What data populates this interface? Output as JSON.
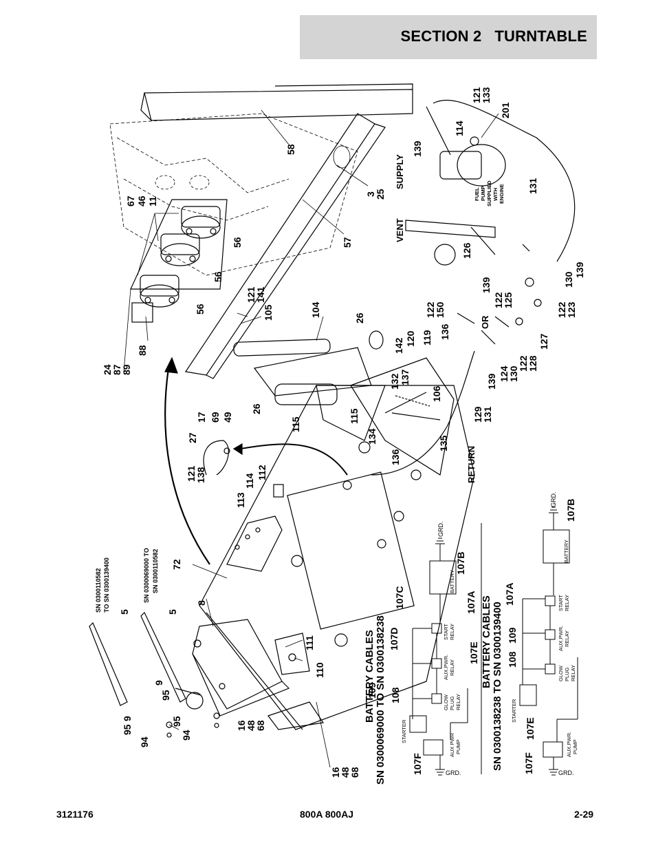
{
  "header": {
    "section_title": "SECTION 2   TURNTABLE"
  },
  "footer": {
    "doc_number": "3121176",
    "model": "800A 800AJ",
    "page": "2-29"
  },
  "callouts": {
    "c5a": "5",
    "c5b": "5",
    "c8": "8",
    "c9a": "9",
    "c9b": "9",
    "c95a": "95",
    "c95b": "95",
    "c95c": "95",
    "c94a": "94",
    "c94b": "94",
    "c72": "72",
    "c16a": "16",
    "c48a": "48",
    "c68a": "68",
    "c16b": "16",
    "c48b": "48",
    "c68b": "68",
    "c110": "110",
    "c111": "111",
    "c113": "113",
    "c114a": "114",
    "c112": "112",
    "c121a": "121",
    "c138": "138",
    "c27": "27",
    "c17": "17",
    "c69": "69",
    "c49": "49",
    "c115a": "115",
    "c115b": "115",
    "c26a": "26",
    "c26b": "26",
    "c104": "104",
    "c105": "105",
    "c121b": "121",
    "c141": "141",
    "c134": "134",
    "c136a": "136",
    "c135": "135",
    "c106": "106",
    "c132": "132",
    "c137": "137",
    "c142": "142",
    "c120": "120",
    "c119": "119",
    "c136b": "136",
    "c24": "24",
    "c87": "87",
    "c89": "89",
    "c88": "88",
    "c56a": "56",
    "c56b": "56",
    "c56c": "56",
    "c67": "67",
    "c46": "46",
    "c11": "11",
    "c57": "57",
    "c3": "3",
    "c25": "25",
    "c58": "58",
    "c121c": "121",
    "c133": "133",
    "c201": "201",
    "c114b": "114",
    "c139a": "139",
    "c131a": "131",
    "c126": "126",
    "c139b": "139",
    "c122a": "122",
    "c125": "125",
    "c130a": "130",
    "c139c": "139",
    "c122b": "122",
    "c150": "150",
    "c127": "127",
    "c122c": "122",
    "c123": "123",
    "c124": "124",
    "c130b": "130",
    "c122d": "122",
    "c128": "128",
    "c129": "129",
    "c131b": "131",
    "c139d": "139"
  },
  "labels": {
    "or": "OR",
    "supply": "SUPPLY",
    "vent": "VENT",
    "return": "RETURN",
    "fuel_pump_1": "FUEL",
    "fuel_pump_2": "PUMP",
    "fuel_pump_3": "SUPPLIED",
    "fuel_pump_4": "WITH",
    "fuel_pump_5": "ENGINE",
    "sn_range_1a": "SN 0300110582",
    "sn_range_1b": "TO SN 0300139400",
    "sn_range_2a": "SN 0300069000 TO",
    "sn_range_2b": "SN 0300110582"
  },
  "wiring_1": {
    "title_1": "BATTERY CABLES",
    "title_2": "SN 0300069000 TO SN 0300138238",
    "c107a": "107A",
    "c107b": "107B",
    "c107c": "107C",
    "c107d": "107D",
    "c107e": "107E",
    "c107f": "107F",
    "c108": "108",
    "c109": "109",
    "grd_1": "GRD.",
    "grd_2": "GRD.",
    "battery": "BATTERY",
    "start_relay_1": "START",
    "start_relay_2": "RELAY",
    "aux_relay_1": "AUX.PWR.",
    "aux_relay_2": "RELAY",
    "glow_1": "GLOW",
    "glow_2": "PLUG",
    "glow_3": "RELAY",
    "starter": "STARTER",
    "aux_pump_1": "AUX PWR",
    "aux_pump_2": "PUMP"
  },
  "wiring_2": {
    "title_1": "BATTERY CABLES",
    "title_2": "SN 0300138238 TO SN 0300139400",
    "c107a": "107A",
    "c107b": "107B",
    "c107e": "107E",
    "c107f": "107F",
    "c108": "108",
    "c109": "109",
    "grd_1": "GRD.",
    "grd_2": "GRD.",
    "battery": "BATTERY",
    "start_relay_1": "START",
    "start_relay_2": "RELAY",
    "aux_relay_1": "AUX.PWR.",
    "aux_relay_2": "RELAY",
    "glow_1": "GLOW",
    "glow_2": "PLUG",
    "glow_3": "RELAY",
    "starter": "STARTER",
    "aux_pump_1": "AUX.PWR.",
    "aux_pump_2": "PUMP"
  }
}
